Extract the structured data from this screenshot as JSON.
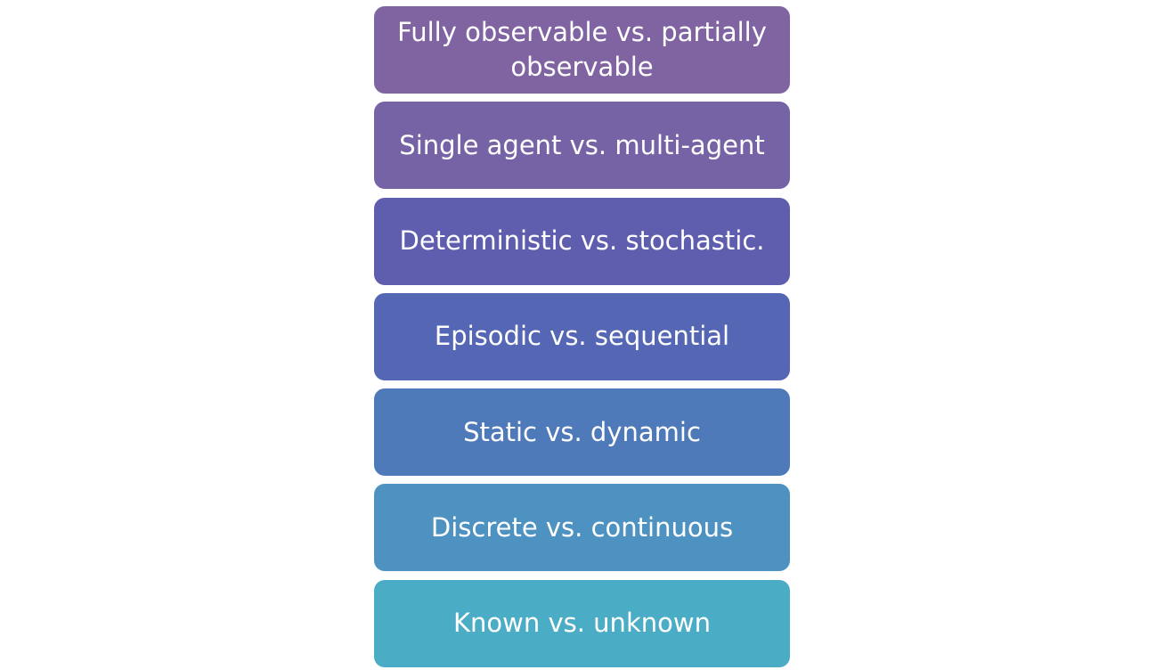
{
  "items": [
    {
      "label": "Fully observable vs. partially observable",
      "color": "#8064A2"
    },
    {
      "label": "Single agent vs. multi-agent",
      "color": "#7663A6"
    },
    {
      "label": "Deterministic vs. stochastic.",
      "color": "#5F5DAE"
    },
    {
      "label": "Episodic vs. sequential",
      "color": "#5567B4"
    },
    {
      "label": "Static vs. dynamic",
      "color": "#4F7AB9"
    },
    {
      "label": "Discrete vs. continuous",
      "color": "#4D92C1"
    },
    {
      "label": "Known vs. unknown",
      "color": "#4BACC6"
    }
  ]
}
